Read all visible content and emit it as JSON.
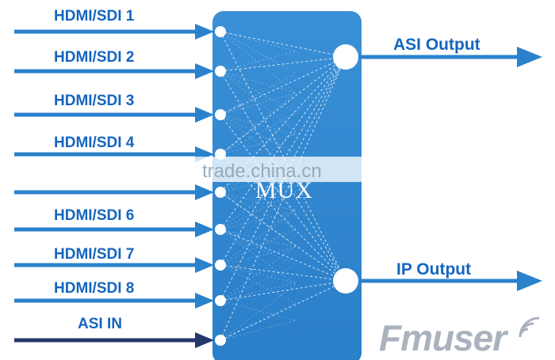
{
  "inputs": [
    {
      "label": "HDMI/SDI 1"
    },
    {
      "label": "HDMI/SDI 2"
    },
    {
      "label": "HDMI/SDI 3"
    },
    {
      "label": "HDMI/SDI 4"
    },
    {
      "label": ""
    },
    {
      "label": "HDMI/SDI 6"
    },
    {
      "label": "HDMI/SDI 7"
    },
    {
      "label": "HDMI/SDI 8"
    },
    {
      "label": "ASI IN"
    }
  ],
  "mux_label": "MUX",
  "outputs": [
    {
      "label": "ASI Output"
    },
    {
      "label": "IP Output"
    }
  ],
  "watermark": "trade.china.cn",
  "brand": "Fmuser",
  "colors": {
    "arrow": "#2b82cc",
    "asi_in_arrow": "#23376a",
    "mux_fill": "#2d84cf",
    "label": "#1565c0",
    "brand": "#a9b2bd"
  }
}
